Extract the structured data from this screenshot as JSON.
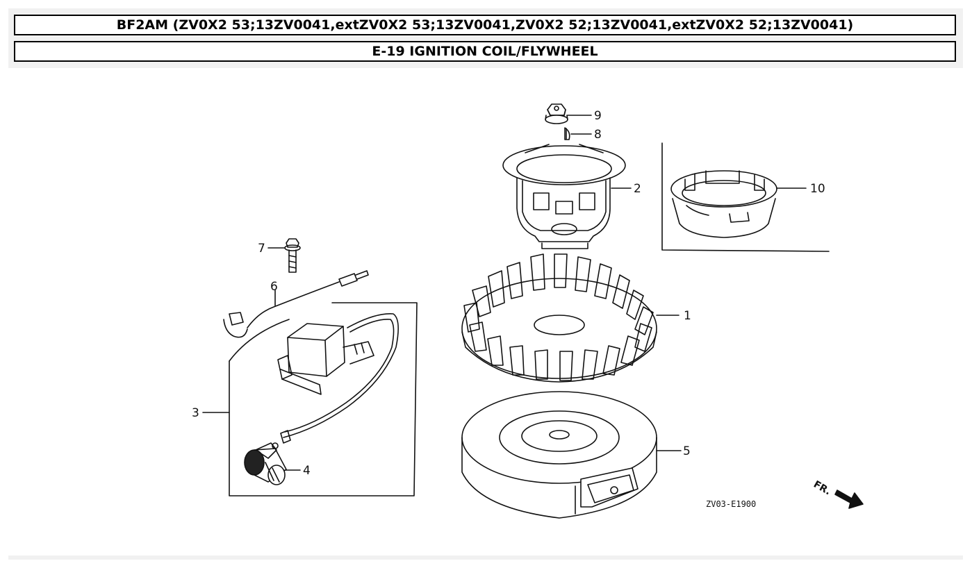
{
  "header": {
    "model_line": "BF2AM (ZV0X2 53;13ZV0041,extZV0X2 53;13ZV0041,ZV0X2 52;13ZV0041,extZV0X2 52;13ZV0041)",
    "section_title": "E-19 IGNITION COIL/FLYWHEEL"
  },
  "diagram": {
    "callouts": {
      "p1": "1",
      "p2": "2",
      "p3": "3",
      "p4": "4",
      "p5": "5",
      "p6": "6",
      "p7": "7",
      "p8": "8",
      "p9": "9",
      "p10": "10"
    },
    "drawing_code": "ZV03-E1900",
    "direction_label": "FR."
  }
}
